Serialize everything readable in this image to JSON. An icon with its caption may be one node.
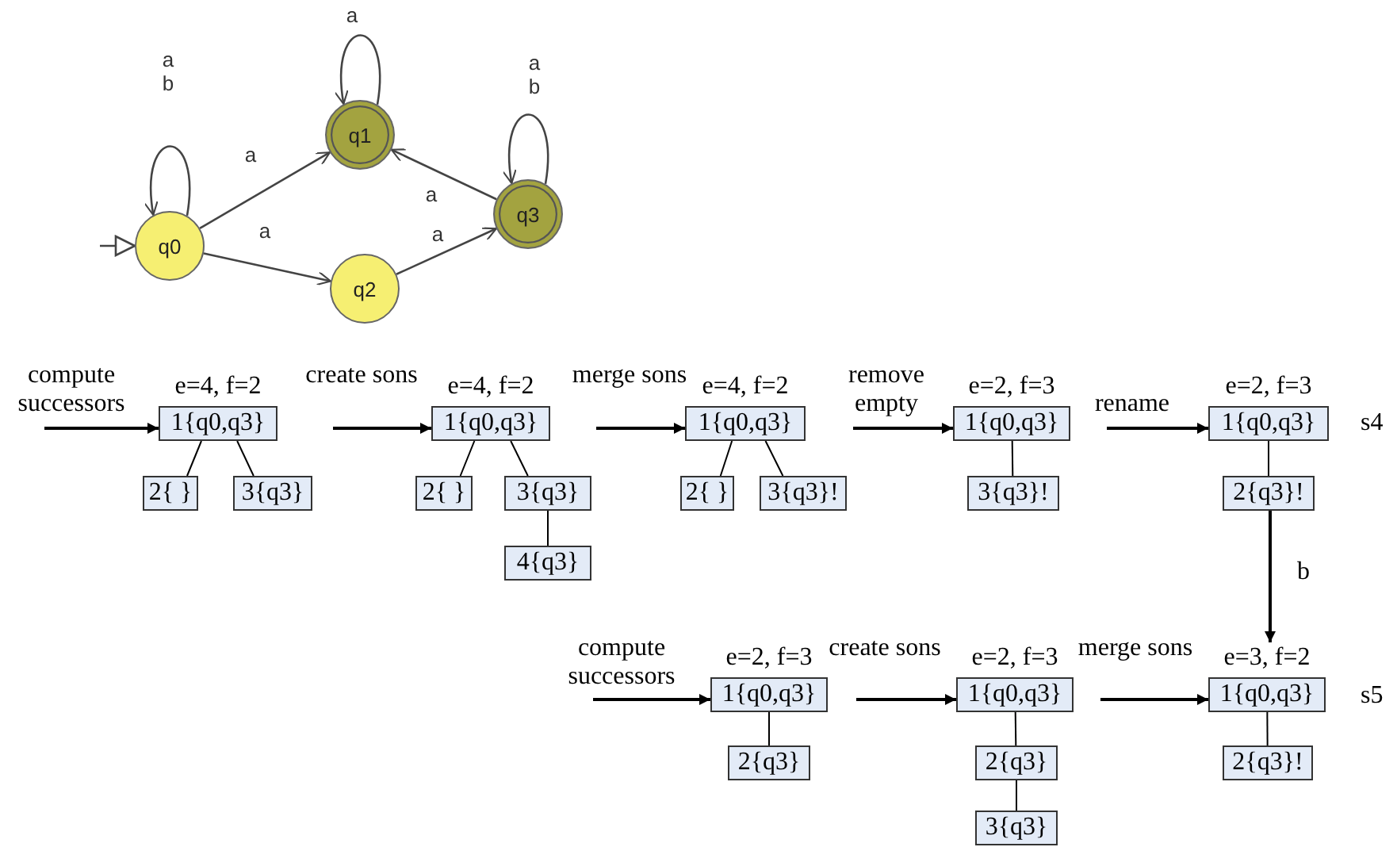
{
  "diagram": {
    "nodes": [
      {
        "text": [
          "q0"
        ]
      },
      {
        "text": [
          "q1"
        ]
      },
      {
        "text": [
          "q2"
        ]
      },
      {
        "text": [
          "q3"
        ]
      },
      {
        "text": [
          "e=4, f=2",
          "1{q0,q3}"
        ]
      },
      {
        "text": [
          "2{ }"
        ]
      },
      {
        "text": [
          "3{q3}"
        ]
      },
      {
        "text": [
          "e=4, f=2",
          "1{q0,q3}"
        ]
      },
      {
        "text": [
          "2{ }"
        ]
      },
      {
        "text": [
          "3{q3}"
        ]
      },
      {
        "text": [
          "4{q3}"
        ]
      },
      {
        "text": [
          "e=4, f=2",
          "1{q0,q3}"
        ]
      },
      {
        "text": [
          "2{ }"
        ]
      },
      {
        "text": [
          "3{q3}!"
        ]
      },
      {
        "text": [
          "e=2, f=3",
          "1{q0,q3}"
        ]
      },
      {
        "text": [
          "3{q3}!"
        ]
      },
      {
        "text": [
          "e=2, f=3",
          "1{q0,q3}"
        ]
      },
      {
        "text": [
          "2{q3}!"
        ]
      },
      {
        "text": [
          "e=2, f=3",
          "1{q0,q3}"
        ]
      },
      {
        "text": [
          "2{q3}"
        ]
      },
      {
        "text": [
          "e=2, f=3",
          "1{q0,q3}"
        ]
      },
      {
        "text": [
          "2{q3}"
        ]
      },
      {
        "text": [
          "3{q3}"
        ]
      },
      {
        "text": [
          "e=3, f=2",
          "1{q0,q3}"
        ]
      },
      {
        "text": [
          "2{q3}!"
        ]
      }
    ],
    "edges": [
      {
        "from": null,
        "to": 0,
        "arrow": "to"
      },
      {
        "from": 0,
        "to": 0,
        "arrow": "to",
        "label": "a b"
      },
      {
        "from": 1,
        "to": 1,
        "arrow": "to",
        "label": "a"
      },
      {
        "from": 0,
        "to": 1,
        "arrow": "to",
        "label": "a"
      },
      {
        "from": 0,
        "to": 2,
        "arrow": "to",
        "label": "a"
      },
      {
        "from": 2,
        "to": 3,
        "arrow": "to",
        "label": "a"
      },
      {
        "from": 3,
        "to": 1,
        "arrow": "to",
        "label": "a"
      },
      {
        "from": 3,
        "to": 3,
        "arrow": "to",
        "label": "a b"
      },
      {
        "from": 4,
        "to": 5,
        "arrow": "none"
      },
      {
        "from": 4,
        "to": 6,
        "arrow": "none"
      },
      {
        "from": 7,
        "to": 8,
        "arrow": "none"
      },
      {
        "from": 7,
        "to": 9,
        "arrow": "none"
      },
      {
        "from": 9,
        "to": 10,
        "arrow": "none"
      },
      {
        "from": 11,
        "to": 12,
        "arrow": "none"
      },
      {
        "from": 11,
        "to": 13,
        "arrow": "none"
      },
      {
        "from": 14,
        "to": 15,
        "arrow": "none"
      },
      {
        "from": 16,
        "to": 17,
        "arrow": "none"
      },
      {
        "from": 18,
        "to": 19,
        "arrow": "none"
      },
      {
        "from": 20,
        "to": 21,
        "arrow": "none"
      },
      {
        "from": 21,
        "to": 22,
        "arrow": "none"
      },
      {
        "from": 23,
        "to": 24,
        "arrow": "none"
      },
      {
        "from": null,
        "to": 4,
        "arrow": "to",
        "label": "compute successors"
      },
      {
        "from": null,
        "to": 7,
        "arrow": "to",
        "label": "create sons"
      },
      {
        "from": null,
        "to": 11,
        "arrow": "to",
        "label": "merge sons"
      },
      {
        "from": null,
        "to": 14,
        "arrow": "to",
        "label": "remove empty"
      },
      {
        "from": null,
        "to": 16,
        "arrow": "to",
        "label": "rename"
      },
      {
        "from": 17,
        "to": 23,
        "arrow": "to",
        "label": "b"
      },
      {
        "from": null,
        "to": 18,
        "arrow": "to",
        "label": "compute successors"
      },
      {
        "from": null,
        "to": 20,
        "arrow": "to",
        "label": "create sons"
      },
      {
        "from": null,
        "to": 23,
        "arrow": "to",
        "label": "merge sons"
      }
    ],
    "labels": [
      "s4",
      "s5"
    ]
  }
}
